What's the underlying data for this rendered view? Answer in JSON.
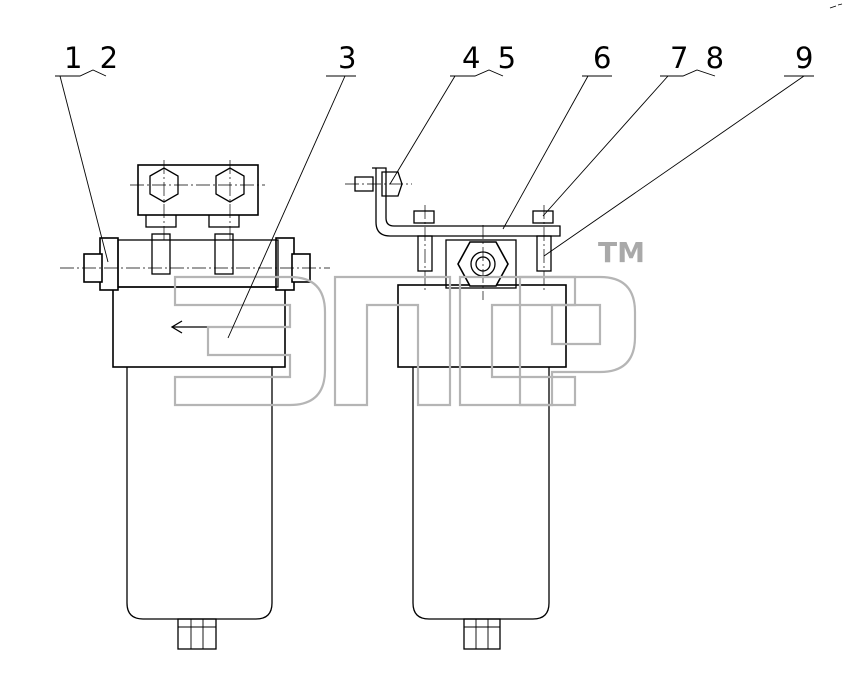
{
  "callouts": [
    {
      "id": "c1",
      "label": "1 2"
    },
    {
      "id": "c2",
      "label": "3"
    },
    {
      "id": "c3",
      "label": "4 5"
    },
    {
      "id": "c4",
      "label": "6"
    },
    {
      "id": "c5",
      "label": "7 8"
    },
    {
      "id": "c6",
      "label": "9"
    }
  ],
  "watermark": {
    "mark": "TM"
  }
}
